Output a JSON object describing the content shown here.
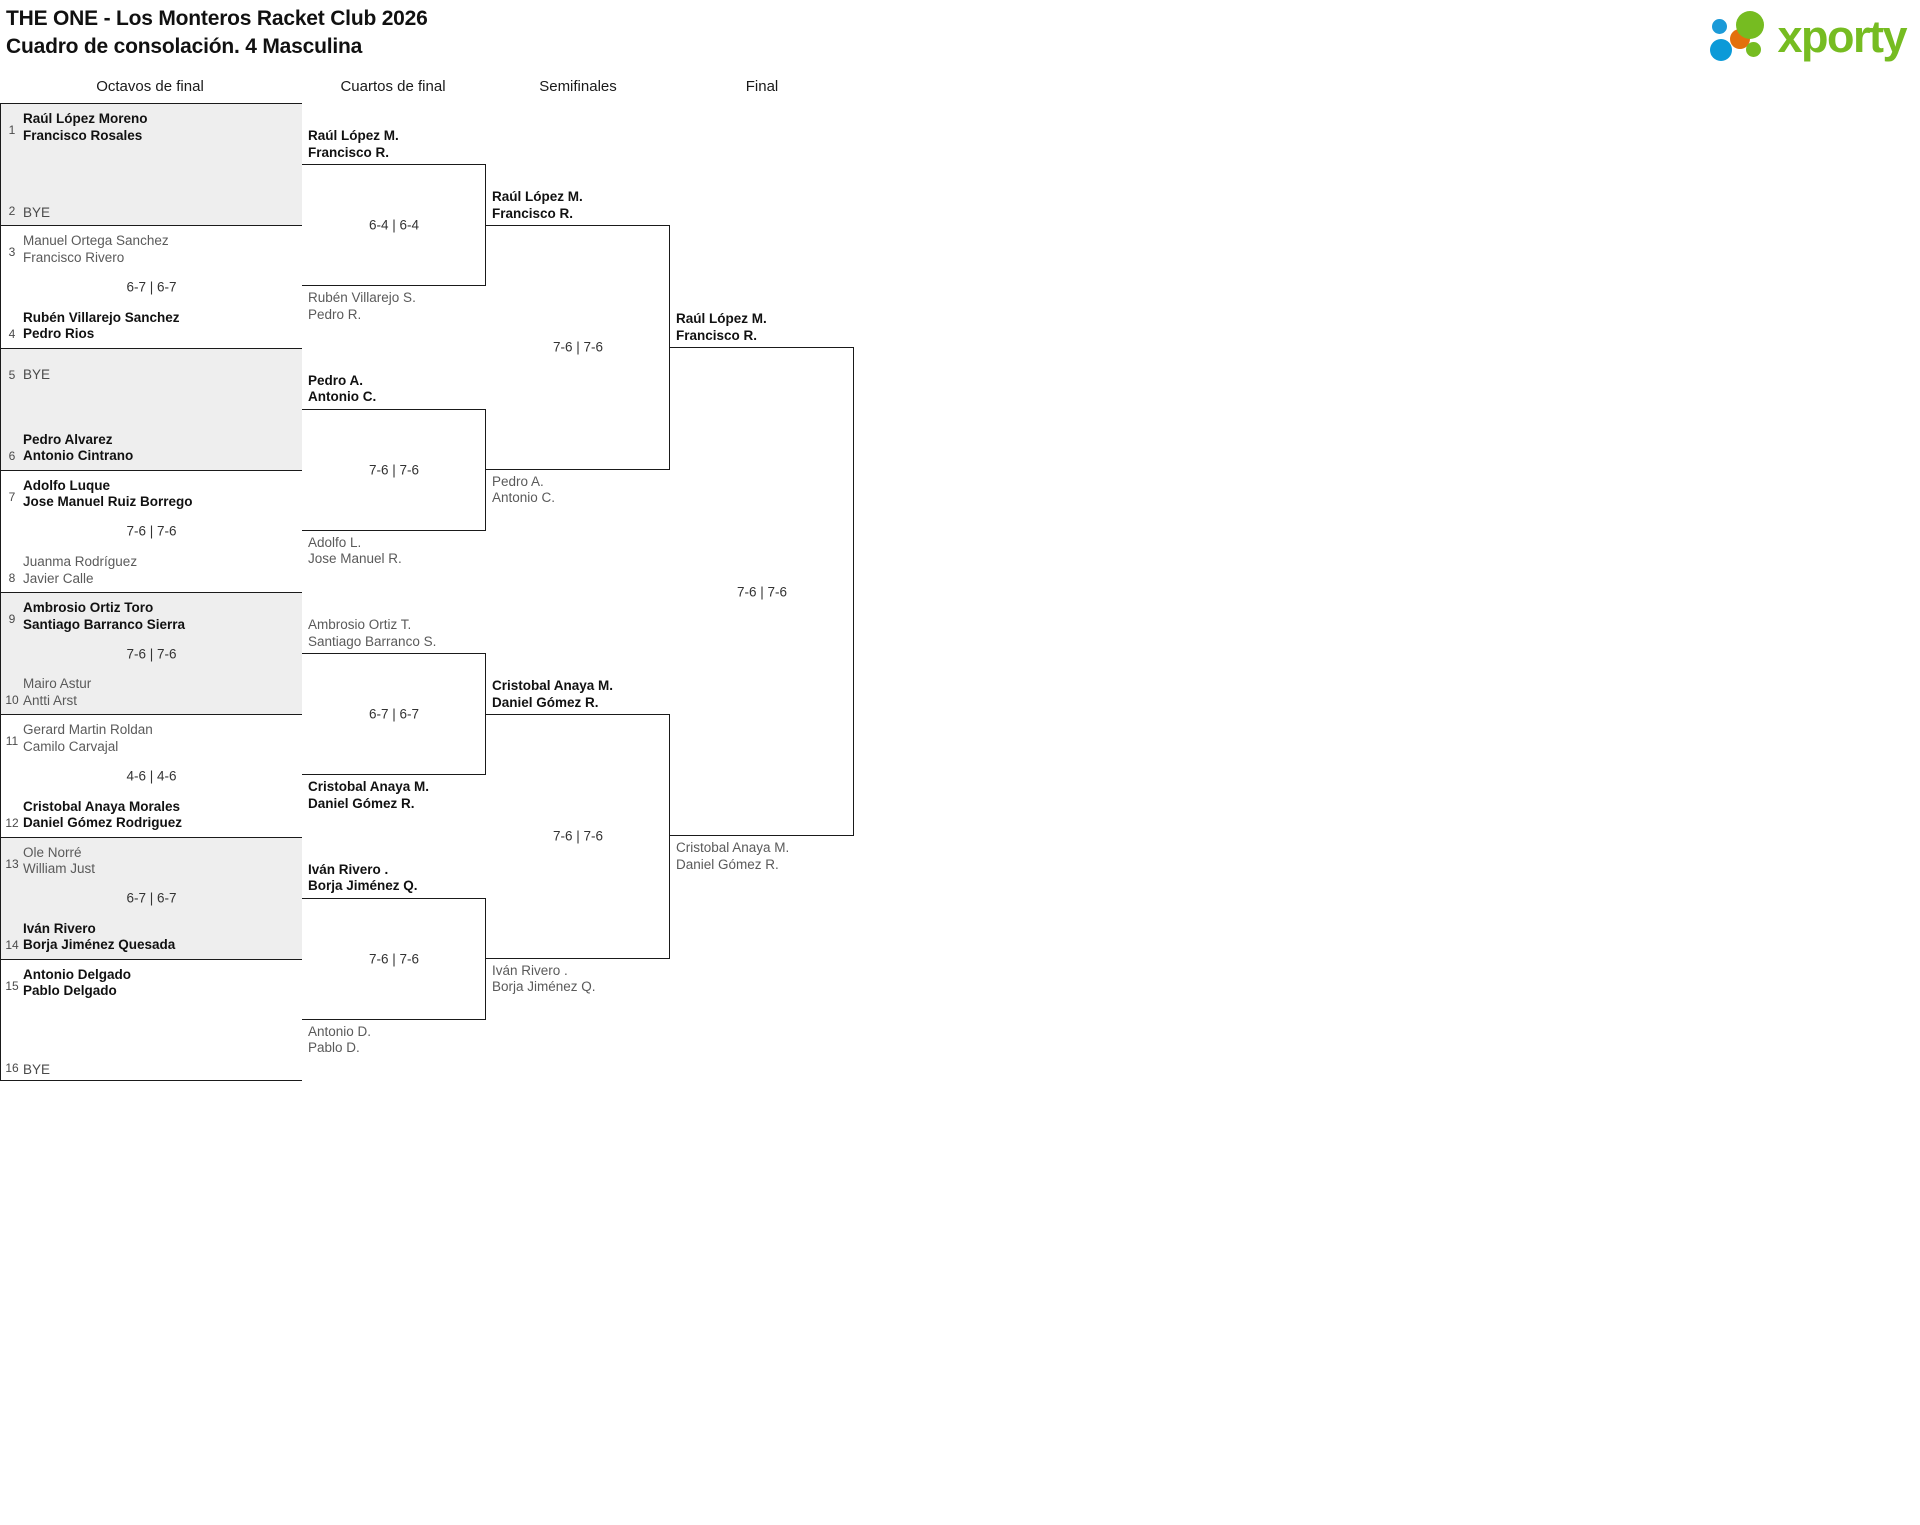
{
  "header": {
    "title_line1": "THE ONE - Los Monteros Racket Club 2026",
    "title_line2": "Cuadro de consolación. 4 Masculina",
    "logo_text": "xporty"
  },
  "rounds": [
    {
      "label": "Octavos de final"
    },
    {
      "label": "Cuartos de final"
    },
    {
      "label": "Semifinales"
    },
    {
      "label": "Final"
    }
  ],
  "round1": [
    {
      "shaded": true,
      "score": "",
      "top": {
        "seed": "1",
        "p1": "Raúl López Moreno",
        "p2": "Francisco Rosales",
        "winner": true,
        "bye": false
      },
      "bottom": {
        "seed": "2",
        "p1": "BYE",
        "p2": "",
        "winner": false,
        "bye": true
      }
    },
    {
      "shaded": false,
      "score": "6-7 | 6-7",
      "top": {
        "seed": "3",
        "p1": "Manuel Ortega Sanchez",
        "p2": "Francisco Rivero",
        "winner": false,
        "bye": false
      },
      "bottom": {
        "seed": "4",
        "p1": "Rubén Villarejo Sanchez",
        "p2": "Pedro Rios",
        "winner": true,
        "bye": false
      }
    },
    {
      "shaded": true,
      "score": "",
      "top": {
        "seed": "5",
        "p1": "BYE",
        "p2": "",
        "winner": false,
        "bye": true
      },
      "bottom": {
        "seed": "6",
        "p1": "Pedro Alvarez",
        "p2": "Antonio Cintrano",
        "winner": true,
        "bye": false
      }
    },
    {
      "shaded": false,
      "score": "7-6 | 7-6",
      "top": {
        "seed": "7",
        "p1": "Adolfo Luque",
        "p2": "Jose Manuel Ruiz Borrego",
        "winner": true,
        "bye": false
      },
      "bottom": {
        "seed": "8",
        "p1": "Juanma Rodríguez",
        "p2": "Javier Calle",
        "winner": false,
        "bye": false
      }
    },
    {
      "shaded": true,
      "score": "7-6 | 7-6",
      "top": {
        "seed": "9",
        "p1": "Ambrosio Ortiz Toro",
        "p2": "Santiago Barranco Sierra",
        "winner": true,
        "bye": false
      },
      "bottom": {
        "seed": "10",
        "p1": "Mairo Astur",
        "p2": "Antti Arst",
        "winner": false,
        "bye": false
      }
    },
    {
      "shaded": false,
      "score": "4-6 | 4-6",
      "top": {
        "seed": "11",
        "p1": "Gerard Martin Roldan",
        "p2": "Camilo Carvajal",
        "winner": false,
        "bye": false
      },
      "bottom": {
        "seed": "12",
        "p1": "Cristobal Anaya Morales",
        "p2": "Daniel Gómez Rodriguez",
        "winner": true,
        "bye": false
      }
    },
    {
      "shaded": true,
      "score": "6-7 | 6-7",
      "top": {
        "seed": "13",
        "p1": "Ole Norré",
        "p2": "William Just",
        "winner": false,
        "bye": false
      },
      "bottom": {
        "seed": "14",
        "p1": "Iván Rivero",
        "p2": "Borja Jiménez Quesada",
        "winner": true,
        "bye": false
      }
    },
    {
      "shaded": false,
      "score": "",
      "top": {
        "seed": "15",
        "p1": "Antonio Delgado",
        "p2": "Pablo Delgado",
        "winner": true,
        "bye": false
      },
      "bottom": {
        "seed": "16",
        "p1": "BYE",
        "p2": "",
        "winner": false,
        "bye": true
      }
    }
  ],
  "quarterfinals": [
    {
      "score": "6-4 | 6-4",
      "top": {
        "p1": "Raúl López M.",
        "p2": "Francisco R.",
        "winner": true
      },
      "bottom": {
        "p1": "Rubén Villarejo S.",
        "p2": "Pedro R.",
        "winner": false
      }
    },
    {
      "score": "7-6 | 7-6",
      "top": {
        "p1": "Pedro A.",
        "p2": "Antonio C.",
        "winner": true
      },
      "bottom": {
        "p1": "Adolfo L.",
        "p2": "Jose Manuel R.",
        "winner": false
      }
    },
    {
      "score": "6-7 | 6-7",
      "top": {
        "p1": "Ambrosio Ortiz T.",
        "p2": "Santiago Barranco S.",
        "winner": false
      },
      "bottom": {
        "p1": "Cristobal Anaya M.",
        "p2": "Daniel Gómez R.",
        "winner": true
      }
    },
    {
      "score": "7-6 | 7-6",
      "top": {
        "p1": "Iván Rivero .",
        "p2": "Borja Jiménez Q.",
        "winner": true
      },
      "bottom": {
        "p1": "Antonio D.",
        "p2": "Pablo D.",
        "winner": false
      }
    }
  ],
  "semifinals": [
    {
      "score": "7-6 | 7-6",
      "top": {
        "p1": "Raúl López M.",
        "p2": "Francisco R.",
        "winner": true
      },
      "bottom": {
        "p1": "Pedro A.",
        "p2": "Antonio C.",
        "winner": false
      }
    },
    {
      "score": "7-6 | 7-6",
      "top": {
        "p1": "Cristobal Anaya M.",
        "p2": "Daniel Gómez R.",
        "winner": true
      },
      "bottom": {
        "p1": "Iván Rivero .",
        "p2": "Borja Jiménez Q.",
        "winner": false
      }
    }
  ],
  "final": [
    {
      "score": "7-6 | 7-6",
      "top": {
        "p1": "Raúl López M.",
        "p2": "Francisco R.",
        "winner": true
      },
      "bottom": {
        "p1": "Cristobal Anaya M.",
        "p2": "Daniel Gómez R.",
        "winner": false
      }
    }
  ]
}
